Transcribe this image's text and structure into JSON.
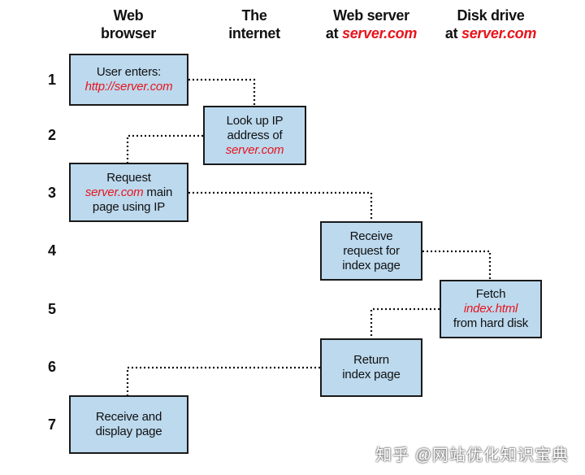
{
  "columns": [
    {
      "line1": "Web",
      "line2": "browser",
      "line2_prefix": "",
      "line2_host": ""
    },
    {
      "line1": "The",
      "line2": "internet",
      "line2_prefix": "",
      "line2_host": ""
    },
    {
      "line1": "Web server",
      "line2": "",
      "line2_prefix": "at ",
      "line2_host": "server.com"
    },
    {
      "line1": "Disk drive",
      "line2": "",
      "line2_prefix": "at ",
      "line2_host": "server.com"
    }
  ],
  "steps": [
    "1",
    "2",
    "3",
    "4",
    "5",
    "6",
    "7"
  ],
  "boxes": {
    "user_enters": {
      "line1": "User enters:",
      "line2_red": "http://server.com"
    },
    "lookup_ip": {
      "line1": "Look up IP",
      "line2": "address of",
      "line3_red": "server.com"
    },
    "request_page": {
      "line1": "Request",
      "line2_red": "server.com",
      "line2_rest": " main",
      "line3": "page using IP"
    },
    "receive_request": {
      "line1": "Receive",
      "line2": "request for",
      "line3": "index page"
    },
    "fetch": {
      "line1": "Fetch",
      "line2_red": "index.html",
      "line3": "from hard disk"
    },
    "return_page": {
      "line1": "Return",
      "line2": "index page"
    },
    "receive_display": {
      "line1": "Receive and",
      "line2": "display page"
    }
  },
  "watermark": "知乎 @网站优化知识宝典",
  "colors": {
    "box_fill": "#bcd9ee",
    "highlight": "#e8141c",
    "border": "#1a1a1a"
  }
}
